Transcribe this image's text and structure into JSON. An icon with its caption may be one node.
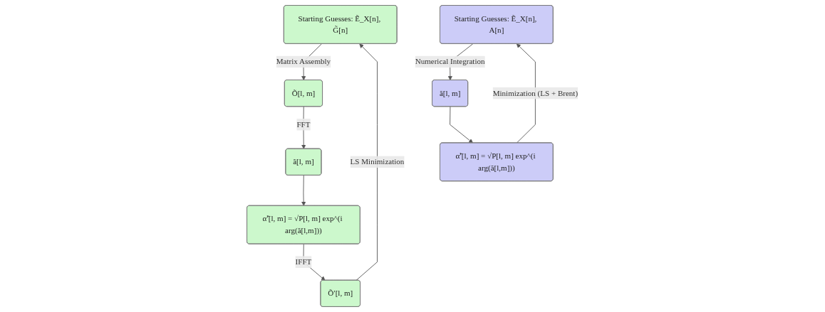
{
  "diagram": {
    "nodes": [
      {
        "text": [
          "Starting Guesses: Ẽ_X[n], G̃[n]"
        ]
      },
      {
        "text": [
          "Õ′[l, m]"
        ]
      },
      {
        "text": [
          "Õ[l, m]"
        ]
      },
      {
        "text": [
          "α̃′[l, m] = √P[l, m] exp^(i arg(ã[l,m]))"
        ]
      },
      {
        "text": [
          "ã[l, m]"
        ]
      },
      {
        "text": [
          "Starting Guesses: Ẽ_X[n], A[n]"
        ]
      },
      {
        "text": [
          "ã[l, m]"
        ]
      },
      {
        "text": [
          "α̃′[l, m] = √P[l, m] exp^(i arg(ã[l,m]))"
        ]
      }
    ],
    "edges": [
      {
        "from": 0,
        "to": 2,
        "arrow": "to",
        "label": "Matrix Assembly"
      },
      {
        "from": 2,
        "to": 4,
        "arrow": "to",
        "label": "FFT"
      },
      {
        "from": 4,
        "to": 3,
        "arrow": "to"
      },
      {
        "from": 3,
        "to": 1,
        "arrow": "to",
        "label": "IFFT"
      },
      {
        "from": 1,
        "to": 0,
        "arrow": "to",
        "label": "LS Minimization"
      },
      {
        "from": 5,
        "to": 6,
        "arrow": "to",
        "label": "Numerical Integration"
      },
      {
        "from": 6,
        "to": 7,
        "arrow": "to"
      },
      {
        "from": 7,
        "to": 5,
        "arrow": "to",
        "label": "Minimization (LS + Brent)"
      }
    ]
  }
}
